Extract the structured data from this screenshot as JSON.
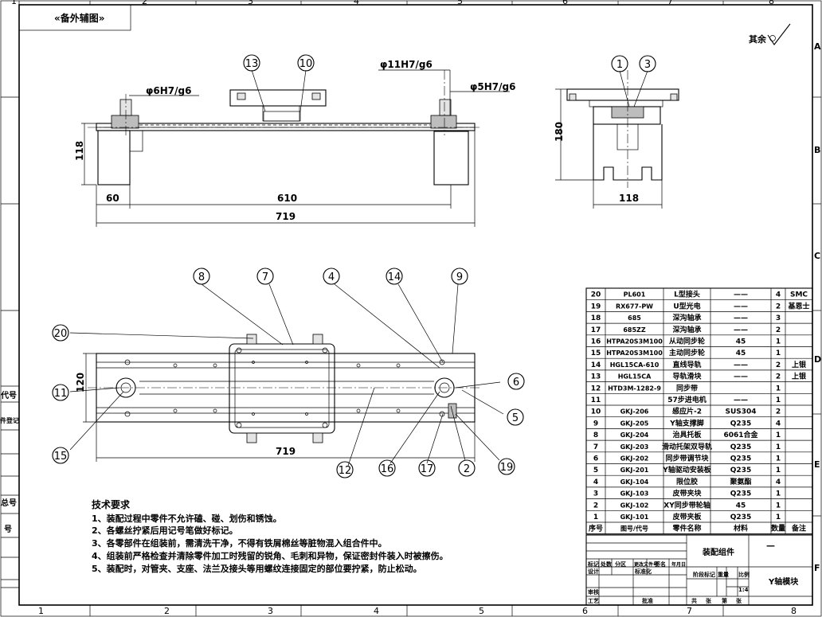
{
  "drawing": {
    "top_label": "«备外辅图»",
    "roughness": "其余",
    "dims": {
      "phi6": "φ6H7/g6",
      "phi11": "φ11H7/g6",
      "phi5": "φ5H7/g6",
      "d118_left": "118",
      "d60": "60",
      "d610": "610",
      "d719_top": "719",
      "d180": "180",
      "d118_right": "118",
      "d120": "120",
      "d719_bottom": "719"
    },
    "col_numbers_top": [
      "1",
      "2",
      "3",
      "4",
      "5",
      "6",
      "7",
      "8"
    ],
    "col_numbers_bottom": [
      "1",
      "2",
      "3",
      "4",
      "5",
      "6",
      "7",
      "8"
    ],
    "row_letters": [
      "A",
      "B",
      "C",
      "D",
      "E",
      "F"
    ],
    "left_strip_labels": [
      "代号",
      "件登记",
      "总号",
      "号"
    ],
    "balloons": [
      "1",
      "2",
      "3",
      "4",
      "5",
      "6",
      "7",
      "8",
      "9",
      "10",
      "11",
      "12",
      "13",
      "14",
      "15",
      "16",
      "17",
      "19",
      "20"
    ]
  },
  "bom": {
    "rows": [
      {
        "no": "20",
        "code": "PL601",
        "name": "L型接头",
        "mat": "——",
        "qty": "4",
        "note": "SMC"
      },
      {
        "no": "19",
        "code": "RX677-PW",
        "name": "U型光电",
        "mat": "——",
        "qty": "2",
        "note": "基恩士"
      },
      {
        "no": "18",
        "code": "685",
        "name": "深沟轴承",
        "mat": "——",
        "qty": "3",
        "note": ""
      },
      {
        "no": "17",
        "code": "685ZZ",
        "name": "深沟轴承",
        "mat": "——",
        "qty": "2",
        "note": ""
      },
      {
        "no": "16",
        "code": "HTPA20S3M100",
        "name": "从动同步轮",
        "mat": "45",
        "qty": "1",
        "note": ""
      },
      {
        "no": "15",
        "code": "HTPA20S3M100",
        "name": "主动同步轮",
        "mat": "45",
        "qty": "1",
        "note": ""
      },
      {
        "no": "14",
        "code": "HGL15CA-610",
        "name": "直线导轨",
        "mat": "——",
        "qty": "2",
        "note": "上银"
      },
      {
        "no": "13",
        "code": "HGL15CA",
        "name": "导轨滑块",
        "mat": "——",
        "qty": "2",
        "note": "上银"
      },
      {
        "no": "12",
        "code": "HTD3M-1282-9",
        "name": "同步带",
        "mat": "",
        "qty": "1",
        "note": ""
      },
      {
        "no": "11",
        "code": "",
        "name": "57步进电机",
        "mat": "——",
        "qty": "1",
        "note": ""
      },
      {
        "no": "10",
        "code": "GKJ-206",
        "name": "感应片-2",
        "mat": "SUS304",
        "qty": "2",
        "note": ""
      },
      {
        "no": "9",
        "code": "GKJ-205",
        "name": "Y轴支撑脚",
        "mat": "Q235",
        "qty": "4",
        "note": ""
      },
      {
        "no": "8",
        "code": "GKJ-204",
        "name": "治具托板",
        "mat": "6061合金",
        "qty": "1",
        "note": ""
      },
      {
        "no": "7",
        "code": "GKJ-203",
        "name": "滑动托架双导轨",
        "mat": "Q235",
        "qty": "1",
        "note": ""
      },
      {
        "no": "6",
        "code": "GKJ-202",
        "name": "同步带调节块",
        "mat": "Q235",
        "qty": "1",
        "note": ""
      },
      {
        "no": "5",
        "code": "GKJ-201",
        "name": "Y轴驱动安装板",
        "mat": "Q235",
        "qty": "1",
        "note": ""
      },
      {
        "no": "4",
        "code": "GKJ-104",
        "name": "限位胶",
        "mat": "聚氨酯",
        "qty": "4",
        "note": ""
      },
      {
        "no": "3",
        "code": "GKJ-103",
        "name": "皮带夹块",
        "mat": "Q235",
        "qty": "1",
        "note": ""
      },
      {
        "no": "2",
        "code": "GKJ-102",
        "name": "XY同步带轮轴",
        "mat": "45",
        "qty": "1",
        "note": ""
      },
      {
        "no": "1",
        "code": "GKJ-101",
        "name": "皮带夹板",
        "mat": "Q235",
        "qty": "1",
        "note": ""
      }
    ],
    "header": {
      "no": "序号",
      "code": "图号/代号",
      "name": "零件名称",
      "mat": "材料",
      "qty": "数量",
      "note": "备注"
    }
  },
  "titleblock": {
    "assembly": "装配组件",
    "part_name": "Y轴模块",
    "dash": "—",
    "scale": "1:4",
    "labels": [
      "标记",
      "处数",
      "分区",
      "更改文件号",
      "签名",
      "年月日",
      "设计",
      "标准化",
      "审核",
      "工艺",
      "批准",
      "阶段标记",
      "重量",
      "比例",
      "共",
      "张",
      "第",
      "张"
    ]
  },
  "notes": {
    "title": "技术要求",
    "lines": [
      "1、装配过程中零件不允许磕、碰、划伤和锈蚀。",
      "2、各螺丝拧紧后用记号笔做好标记。",
      "3、各零部件在组装前，需清洗干净，不得有铁屑棉丝等脏物混入组合件中。",
      "4、组装前严格检查并清除零件加工时残留的锐角、毛刺和异物，保证密封件装入时被擦伤。",
      "5、装配时，对管夹、支座、法兰及接头等用螺纹连接固定的部位要拧紧，防止松动。"
    ]
  }
}
